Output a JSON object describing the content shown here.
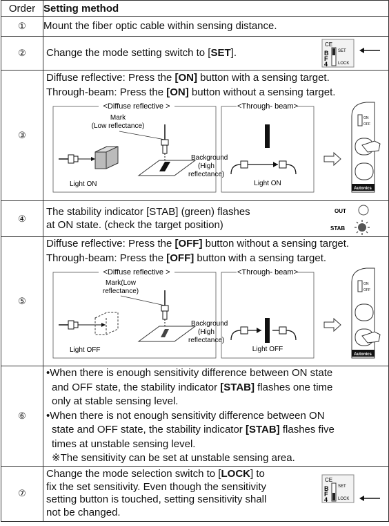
{
  "header": {
    "order": "Order",
    "method": "Setting method"
  },
  "rows": [
    {
      "num": "①",
      "text": "Mount the fiber optic cable within sensing distance."
    },
    {
      "num": "②",
      "pre": "Change the mode setting switch to [",
      "bold": "SET",
      "post": "]."
    },
    {
      "num": "③",
      "l1a": "Diffuse reflective: Press the ",
      "l1b": "[ON]",
      "l1c": " button with a sensing target.",
      "l2a": "Through-beam: Press the ",
      "l2b": "[ON]",
      "l2c": " button without a sensing target.",
      "diffuse_title": "<Diffuse reflective >",
      "mark": "Mark",
      "mark2": "(Low reflectance)",
      "bg1": "Background",
      "bg2": "(High",
      "bg3": "reflectance)",
      "light": "Light ON",
      "through_title": "<Through- beam>"
    },
    {
      "num": "④",
      "l1": "The stability indicator [STAB] (green) flashes",
      "l2": "at ON state. (check the target position)",
      "out": "OUT",
      "stab": "STAB"
    },
    {
      "num": "⑤",
      "l1a": "Diffuse reflective: Press the ",
      "l1b": "[OFF]",
      "l1c": " button without a sensing target.",
      "l2a": "Through-beam: Press the ",
      "l2b": "[OFF]",
      "l2c": " button with a sensing target.",
      "diffuse_title": "<Diffuse reflective >",
      "mark": "Mark(Low",
      "mark2": "reflectance)",
      "bg1": "Background",
      "bg2": "(High",
      "bg3": "reflectance)",
      "light": "Light OFF",
      "through_title": "<Through- beam>"
    },
    {
      "num": "⑥",
      "b1a": "•When there is enough sensitivity difference between ON state",
      "b1b": "and OFF state, the stability indicator ",
      "b1c": "[STAB]",
      "b1d": " flashes one time",
      "b1e": "only at stable sensing level.",
      "b2a": "•When there is not enough sensitivity difference between ON",
      "b2b": "state and OFF state, the stability indicator ",
      "b2c": "[STAB]",
      "b2d": " flashes five",
      "b2e": "times at unstable sensing level.",
      "note": "※The sensitivity can be set at unstable sensing area."
    },
    {
      "num": "⑦",
      "l1a": "Change the mode selection switch to [",
      "l1b": "LOCK",
      "l1c": "] to",
      "l2": "fix the set sensitivity. Even though the sensitivity",
      "l3": "setting button is touched, setting sensitivity shall",
      "l4": "not be changed."
    }
  ],
  "switch": {
    "ce": "CE",
    "set": "SET",
    "lock": "LOCK",
    "b": "B",
    "f": "F",
    "n": "4"
  },
  "device": {
    "on": "ON",
    "off": "OFF",
    "brand": "Autonics"
  }
}
